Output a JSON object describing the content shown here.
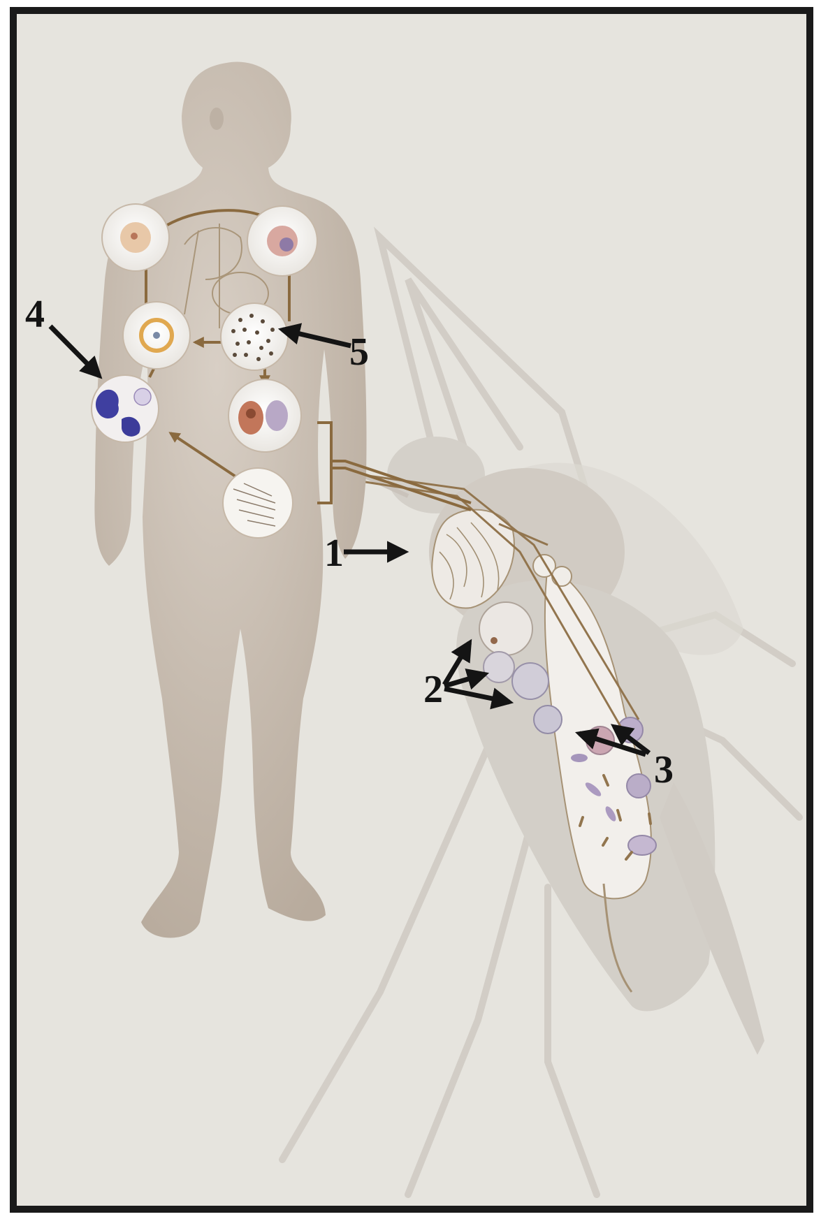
{
  "colors": {
    "background": "#e6e4de",
    "frame": "#1a1a1a",
    "human_body": "#c9bfb4",
    "mosquito": "#d2cdc6",
    "vessel_brown": "#8a6a3f",
    "arrow": "#141414"
  },
  "labels": {
    "l1": "1",
    "l2": "2",
    "l3": "3",
    "l4": "4",
    "l5": "5"
  }
}
